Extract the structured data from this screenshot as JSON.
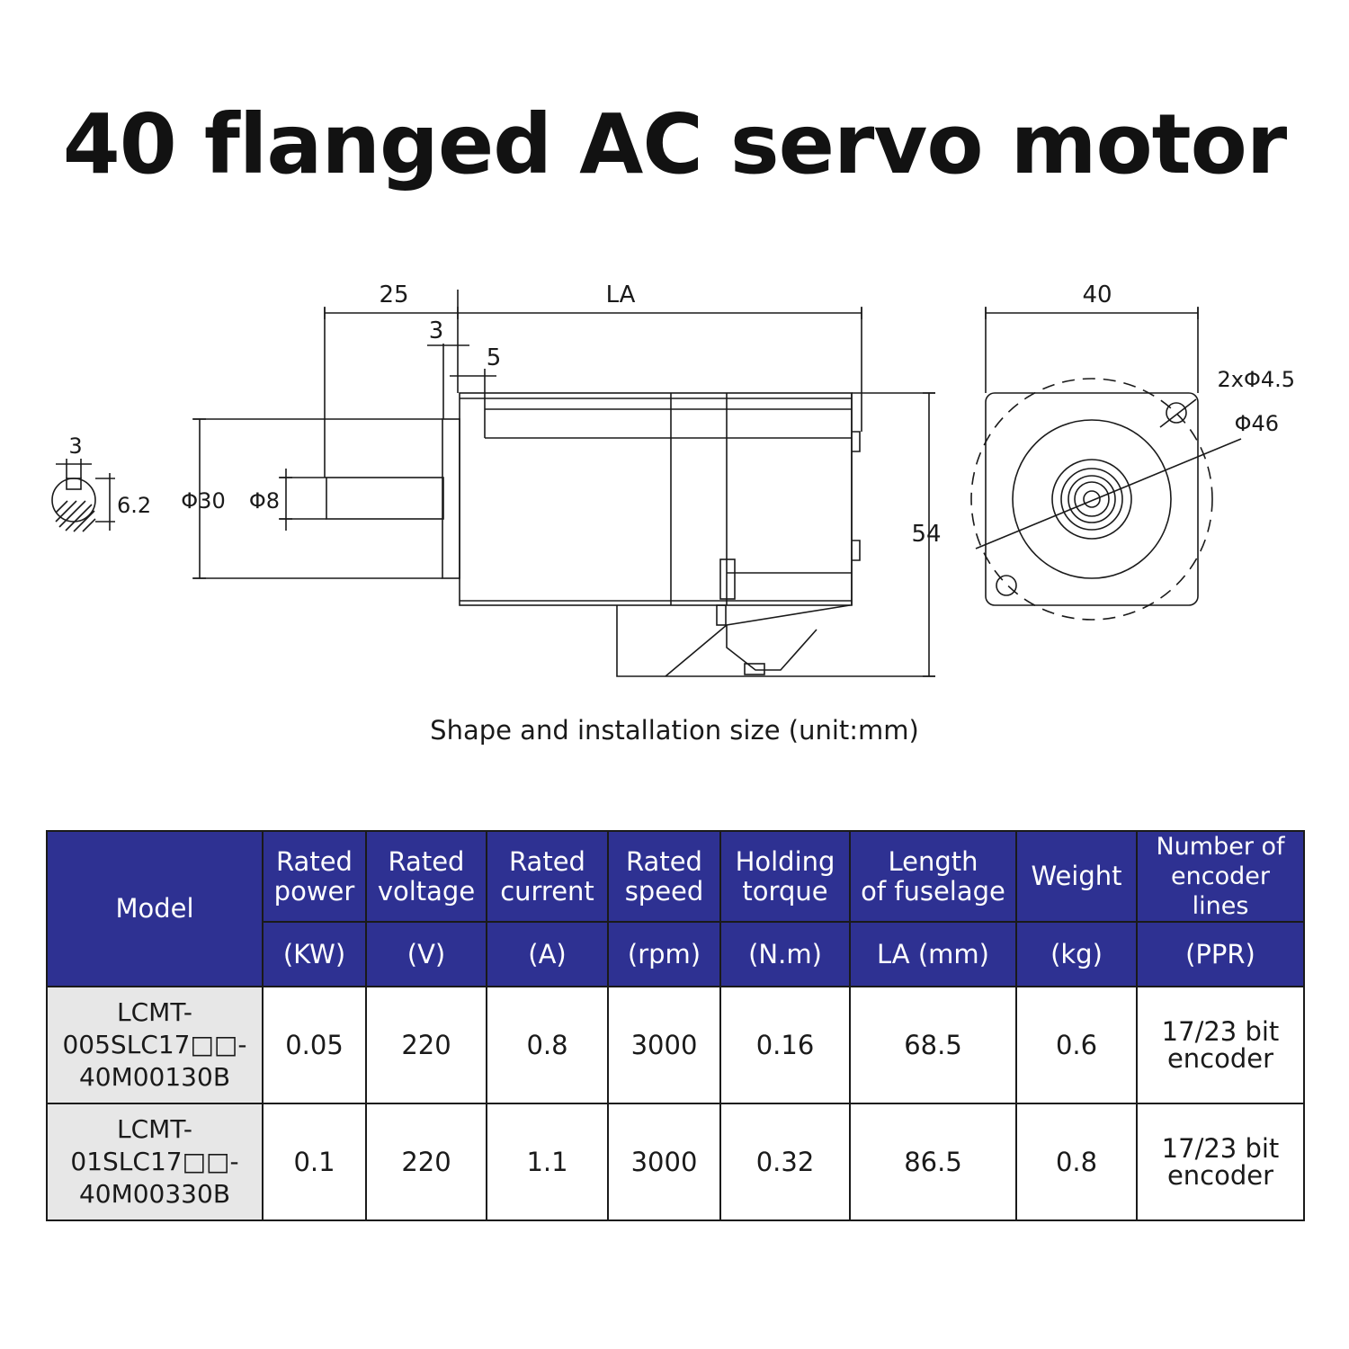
{
  "title": "40 flanged AC servo motor",
  "drawing": {
    "dims": {
      "shaft_length": "25",
      "body_length": "LA",
      "flange_thickness": "3",
      "flange_step": "5",
      "key_width": "3",
      "key_depth": "6.2",
      "spigot_diameter": "Φ30",
      "shaft_diameter": "Φ8",
      "height": "54",
      "flange_width": "40",
      "mount_holes": "2xΦ4.5",
      "pitch_circle": "Φ46"
    },
    "caption": "Shape and installation size (unit:mm)"
  },
  "table": {
    "header": {
      "model": "Model",
      "columns": [
        {
          "name_lines": [
            "Rated",
            "power"
          ],
          "unit": "(KW)"
        },
        {
          "name_lines": [
            "Rated",
            "voltage"
          ],
          "unit": "(V)"
        },
        {
          "name_lines": [
            "Rated",
            "current"
          ],
          "unit": "(A)"
        },
        {
          "name_lines": [
            "Rated",
            "speed"
          ],
          "unit": "(rpm)"
        },
        {
          "name_lines": [
            "Holding",
            "torque"
          ],
          "unit": "(N.m)"
        },
        {
          "name_lines": [
            "Length",
            "of fuselage"
          ],
          "unit": "LA (mm)"
        },
        {
          "name_lines": [
            "Weight"
          ],
          "unit": "(kg)"
        },
        {
          "name_lines": [
            "Number of",
            "encoder lines"
          ],
          "unit": "(PPR)"
        }
      ]
    },
    "rows": [
      {
        "model_lines": [
          "LCMT-",
          "005SLC17□□-",
          "40M00130B"
        ],
        "power": "0.05",
        "voltage": "220",
        "current": "0.8",
        "speed": "3000",
        "torque": "0.16",
        "length": "68.5",
        "weight": "0.6",
        "encoder_lines": [
          "17/23 bit",
          "encoder"
        ]
      },
      {
        "model_lines": [
          "LCMT-",
          "01SLC17□□-",
          "40M00330B"
        ],
        "power": "0.1",
        "voltage": "220",
        "current": "1.1",
        "speed": "3000",
        "torque": "0.32",
        "length": "86.5",
        "weight": "0.8",
        "encoder_lines": [
          "17/23 bit",
          "encoder"
        ]
      }
    ]
  },
  "colors": {
    "header_bg": "#2e3192",
    "model_cell_bg": "#e7e7e7"
  }
}
